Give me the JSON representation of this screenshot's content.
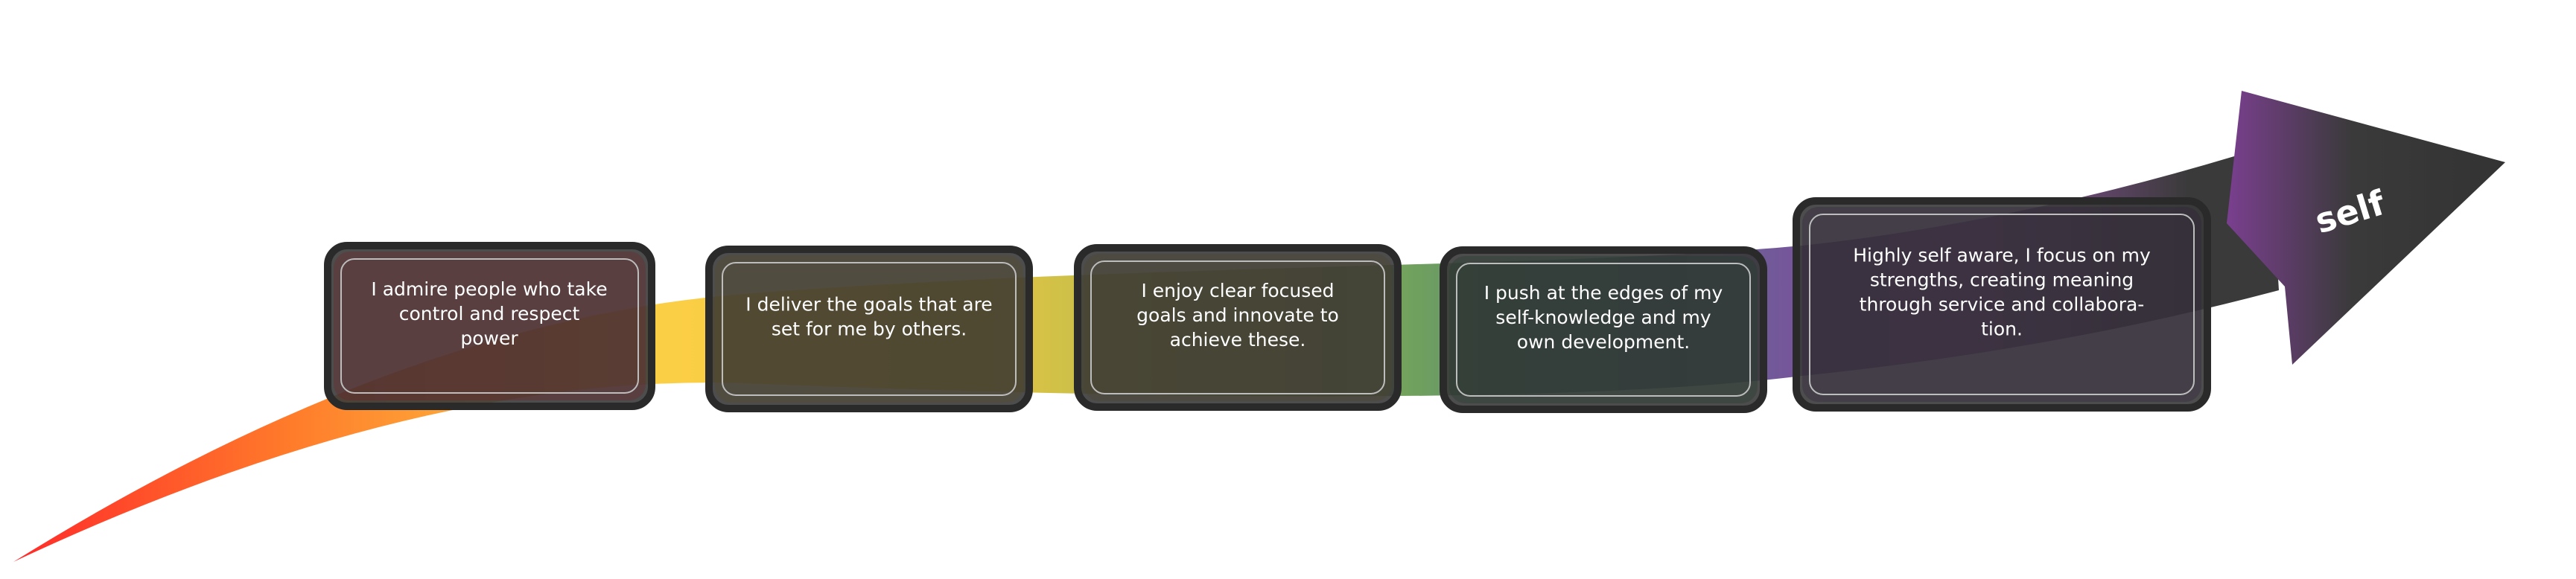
{
  "arrow": {
    "label": "self",
    "gradient": [
      "#ff2a2a",
      "#ff7a2a",
      "#fcd046",
      "#f6c940",
      "#9bb552",
      "#6fa05e",
      "#5a7a8e",
      "#7a4f9c",
      "#9b55b0",
      "#3a3a3a"
    ]
  },
  "stages": [
    {
      "lines": [
        "I admire people who take",
        "control and respect",
        "power"
      ],
      "tint": "#7a1c22"
    },
    {
      "lines": [
        "I deliver the goals that are",
        "set for me by others."
      ],
      "tint": "#5c4a20"
    },
    {
      "lines": [
        "I enjoy clear focused",
        "goals and innovate to",
        "achieve these."
      ],
      "tint": "#4e4426"
    },
    {
      "lines": [
        "I push at the edges of my",
        "self-knowledge  and my",
        "own development."
      ],
      "tint": "#1d3a2a"
    },
    {
      "lines": [
        "Highly self aware, I focus on my",
        "strengths, creating meaning",
        "through service and collabora-",
        "tion."
      ],
      "tint": "#2e1f3c"
    }
  ],
  "colors": {
    "card": "#3a3a3a",
    "card_border": "#2a2a2a",
    "card_inner_line": "#bdbdbd"
  }
}
